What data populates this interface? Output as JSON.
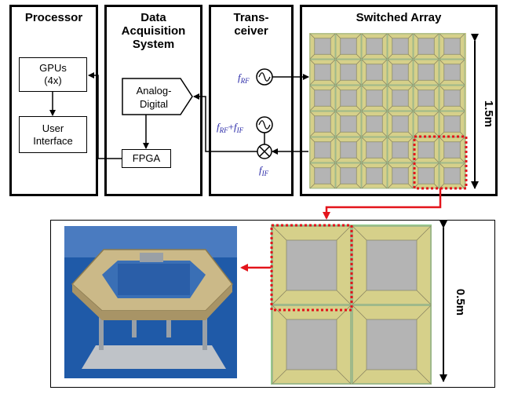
{
  "blocks": {
    "processor": {
      "title": "Processor",
      "gpus_line1": "GPUs",
      "gpus_line2": "(4x)",
      "ui_line1": "User",
      "ui_line2": "Interface"
    },
    "daq": {
      "title_line1": "Data",
      "title_line2": "Acquisition",
      "title_line3": "System",
      "adc_line1": "Analog-",
      "adc_line2": "Digital",
      "fpga": "FPGA"
    },
    "transceiver": {
      "title_line1": "Trans-",
      "title_line2": "ceiver",
      "f_rf": "f",
      "f_rf_sub": "RF",
      "f_rfif_a": "f",
      "f_rfif_a_sub": "RF",
      "f_rfif_plus": "+",
      "f_rfif_b": "f",
      "f_rfif_b_sub": "IF",
      "f_if": "f",
      "f_if_sub": "IF"
    },
    "array": {
      "title": "Switched Array",
      "dimension": "1.5m"
    }
  },
  "detail": {
    "dimension": "0.5m"
  },
  "colors": {
    "panel_gold": "#d6d08a",
    "panel_gray": "#b4b4b4",
    "highlight_red": "#e3141b",
    "text_blue": "#2a2aa8"
  }
}
